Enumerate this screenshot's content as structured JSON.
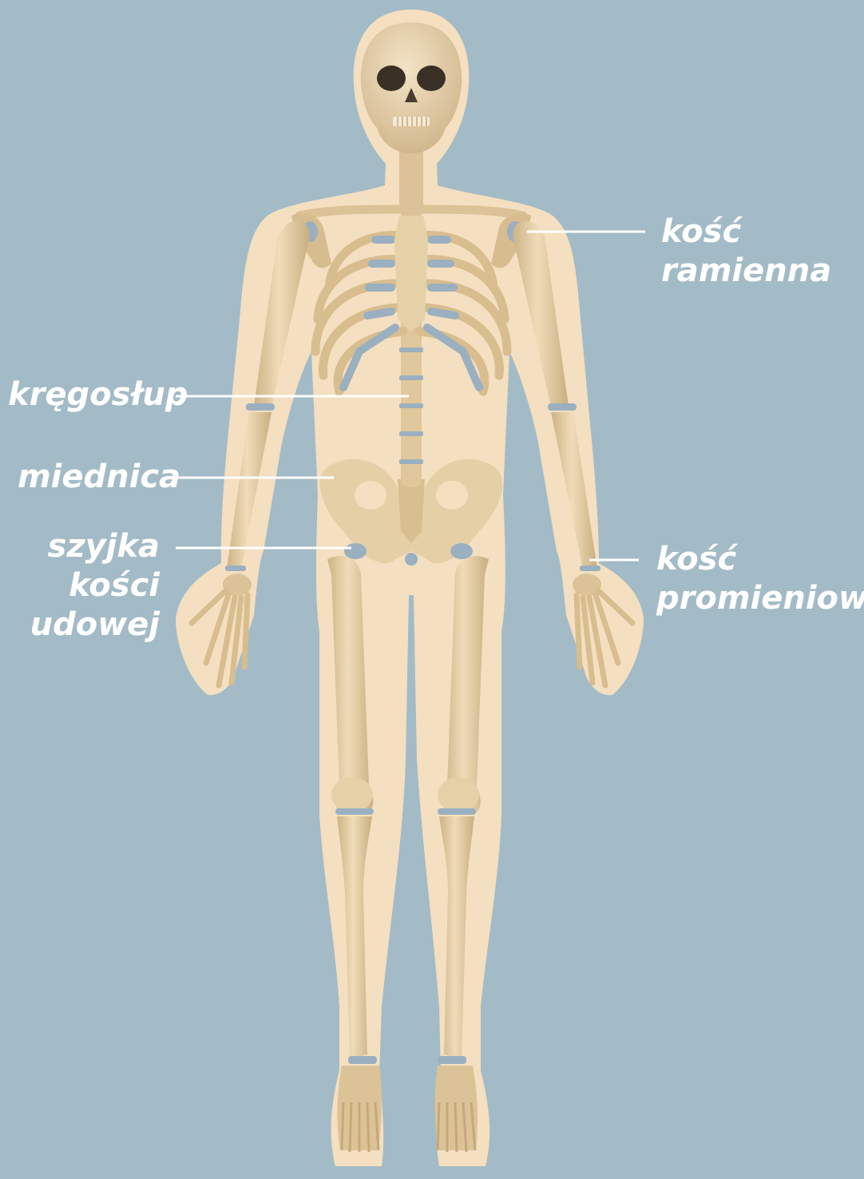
{
  "labels": {
    "humerus": [
      "kość",
      "ramienna"
    ],
    "spine": "kręgosłup",
    "pelvis": "miednica",
    "femoral_neck": [
      "szyjka",
      "kości",
      "udowej"
    ],
    "radius": [
      "kość",
      "promieniowa"
    ]
  },
  "colors": {
    "background": "#a3bbc6",
    "body_silhouette": "#f4dfc0",
    "bone": "#e3cca2",
    "bone_shadow": "#c8ad7e",
    "cartilage": "#9ab0c0",
    "leader_line": "#ffffff",
    "label_text": "#ffffff"
  }
}
